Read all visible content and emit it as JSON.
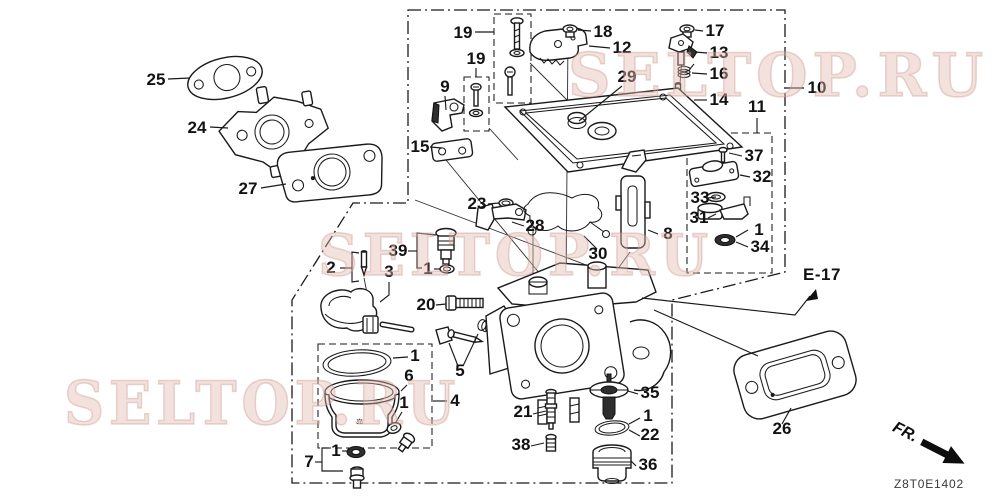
{
  "watermark": {
    "text": "SELTOP.RU"
  },
  "refs": {
    "section_ref": "E-17",
    "direction_label": "FR.",
    "diagram_code": "Z8T0E1402"
  },
  "colors": {
    "line": "#1a1a1a",
    "background": "#ffffff",
    "watermark_fill": "#e2b7ae",
    "watermark_edge": "#c9958a"
  },
  "callouts": [
    {
      "label": "25"
    },
    {
      "label": "24"
    },
    {
      "label": "27"
    },
    {
      "label": "19"
    },
    {
      "label": "19"
    },
    {
      "label": "9"
    },
    {
      "label": "15"
    },
    {
      "label": "18"
    },
    {
      "label": "12"
    },
    {
      "label": "29"
    },
    {
      "label": "17"
    },
    {
      "label": "13"
    },
    {
      "label": "16"
    },
    {
      "label": "14"
    },
    {
      "label": "10"
    },
    {
      "label": "11"
    },
    {
      "label": "37"
    },
    {
      "label": "32"
    },
    {
      "label": "33"
    },
    {
      "label": "31"
    },
    {
      "label": "1"
    },
    {
      "label": "34"
    },
    {
      "label": "23"
    },
    {
      "label": "28"
    },
    {
      "label": "30"
    },
    {
      "label": "8"
    },
    {
      "label": "39"
    },
    {
      "label": "1"
    },
    {
      "label": "2"
    },
    {
      "label": "3"
    },
    {
      "label": "20"
    },
    {
      "label": "5"
    },
    {
      "label": "1"
    },
    {
      "label": "6"
    },
    {
      "label": "4"
    },
    {
      "label": "1"
    },
    {
      "label": "7"
    },
    {
      "label": "1"
    },
    {
      "label": "21"
    },
    {
      "label": "38"
    },
    {
      "label": "35"
    },
    {
      "label": "1"
    },
    {
      "label": "22"
    },
    {
      "label": "36"
    },
    {
      "label": "26"
    }
  ]
}
